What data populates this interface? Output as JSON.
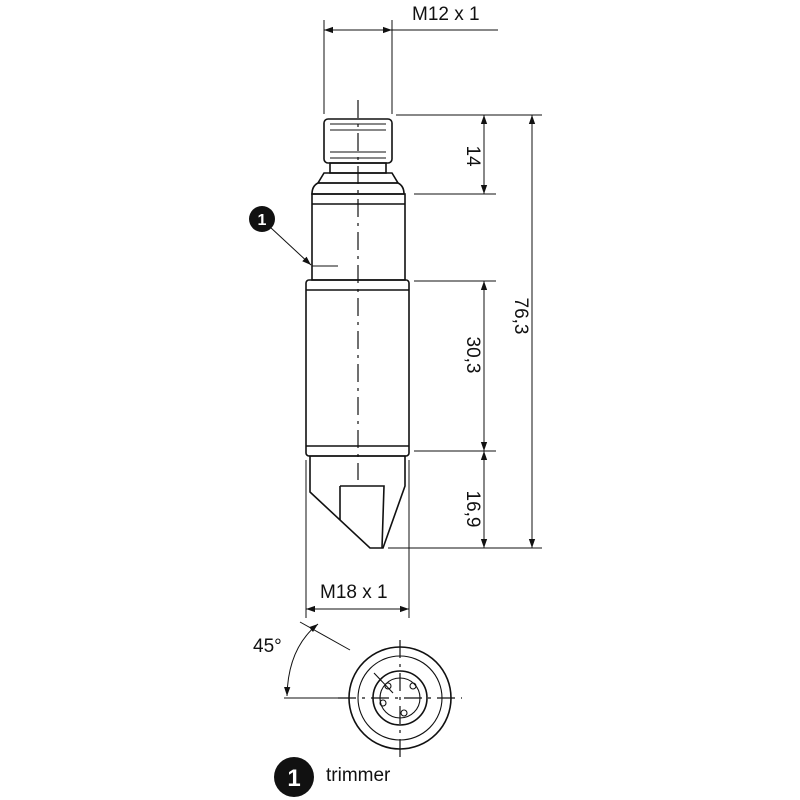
{
  "dimensions": {
    "thread_top": "M12 x 1",
    "connector_len": "14",
    "total_len": "76,3",
    "body_len": "30,3",
    "tip_len": "16,9",
    "thread_bottom": "M18 x 1",
    "angle": "45°"
  },
  "legend": {
    "number": "1",
    "label": "trimmer"
  },
  "callout": {
    "number": "1"
  },
  "colors": {
    "line": "#111111",
    "badge": "#111111"
  }
}
